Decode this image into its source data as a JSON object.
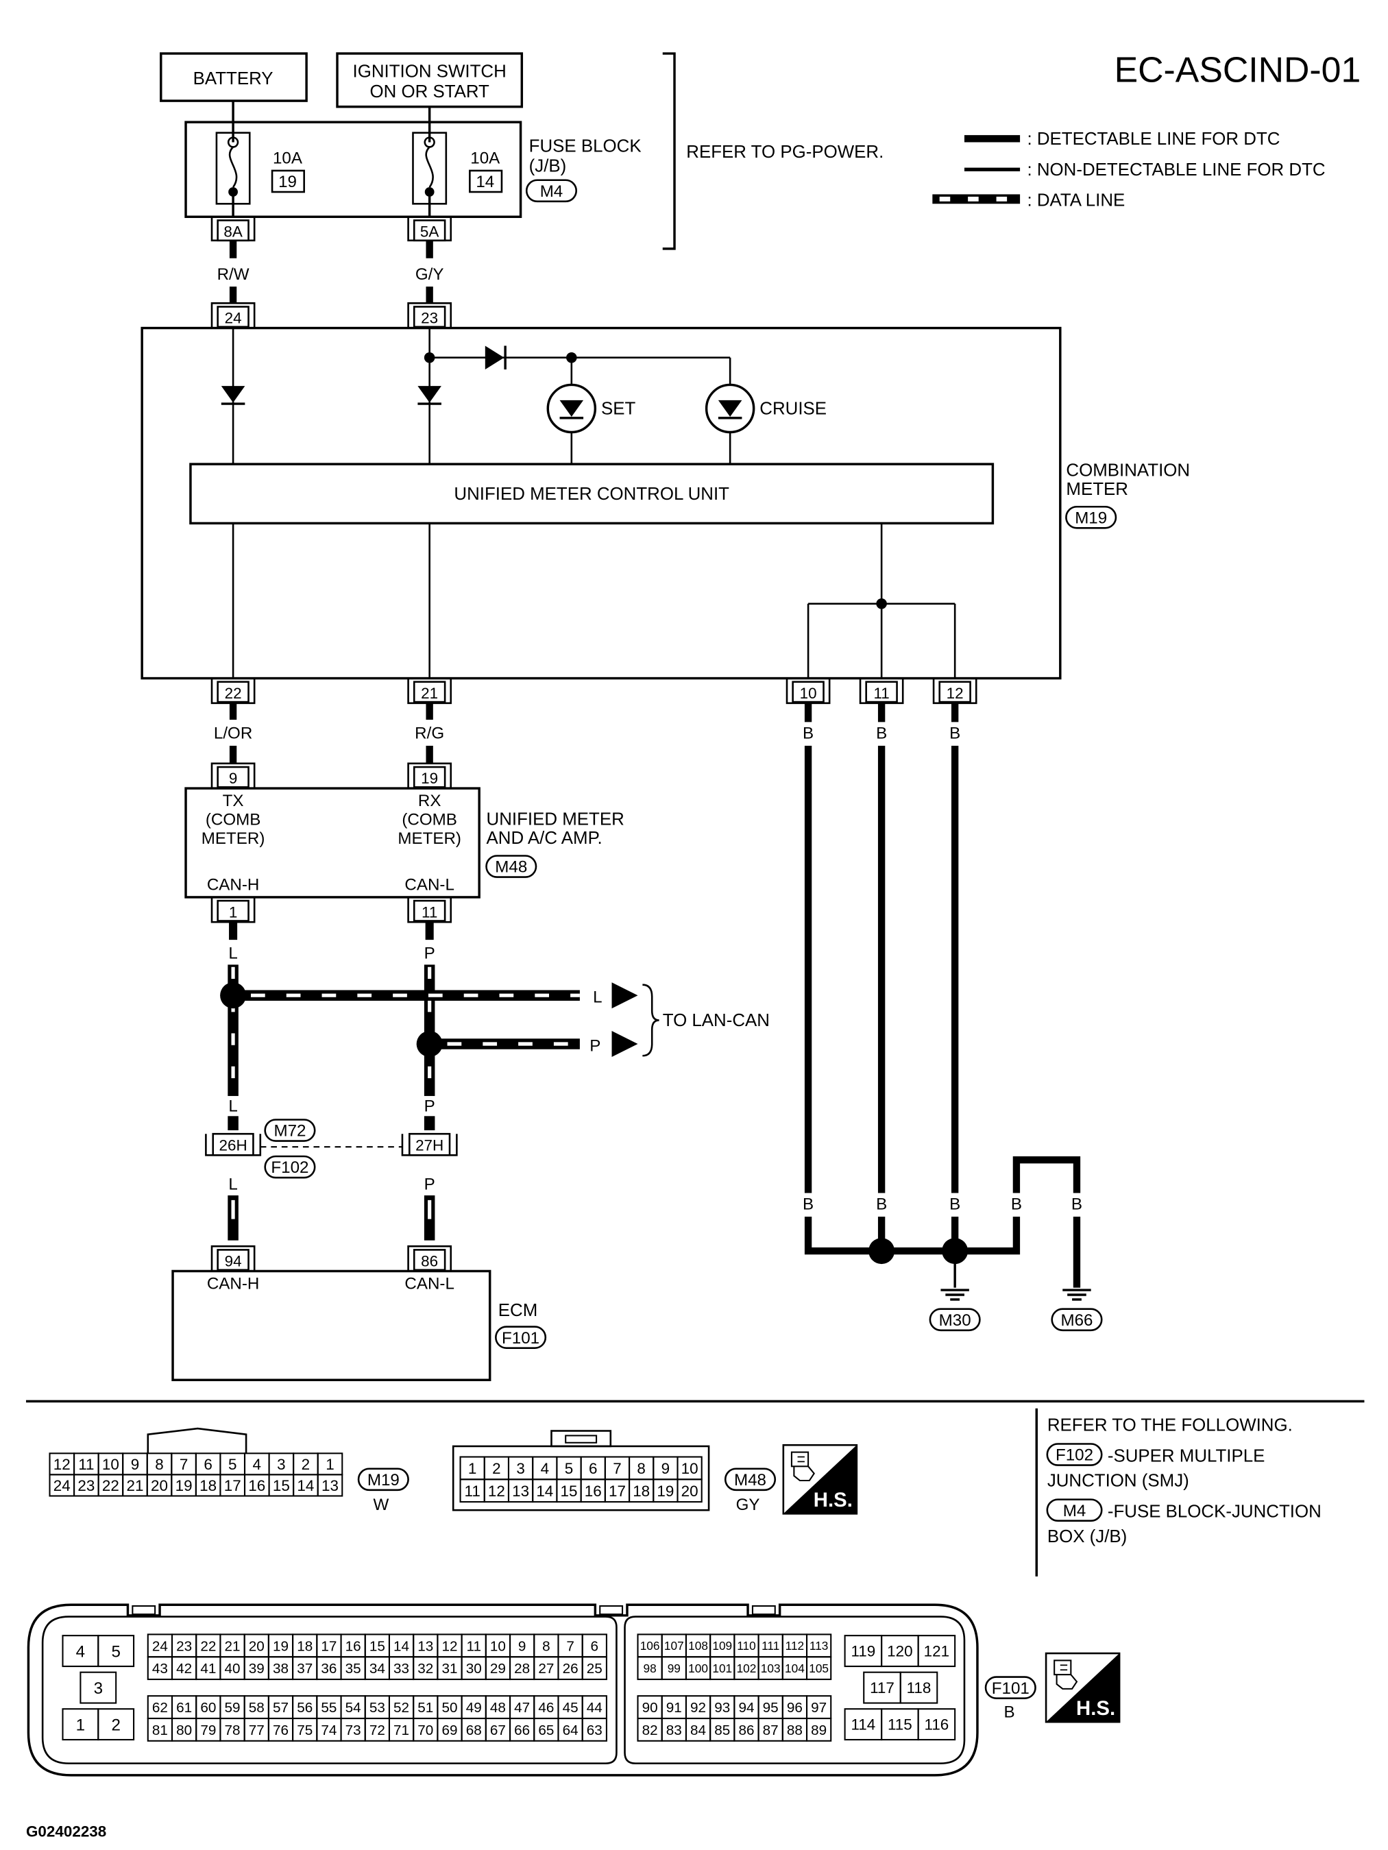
{
  "page": {
    "title": "EC-ASCIND-01",
    "figure_id": "G02402238"
  },
  "legend": {
    "detectable": ": DETECTABLE LINE FOR DTC",
    "non_detectable": ": NON-DETECTABLE LINE FOR DTC",
    "data_line": ": DATA LINE"
  },
  "power": {
    "battery": "BATTERY",
    "ignition_line1": "IGNITION SWITCH",
    "ignition_line2": "ON OR START",
    "refer": "REFER TO PG-POWER."
  },
  "fuse_block": {
    "name_line1": "FUSE BLOCK",
    "name_line2": "(J/B)",
    "connector": "M4",
    "fuse1_amp": "10A",
    "fuse1_num": "19",
    "fuse2_amp": "10A",
    "fuse2_num": "14",
    "term1": "8A",
    "term2": "5A"
  },
  "wires": {
    "w1": "R/W",
    "w2": "G/Y",
    "w3": "L/OR",
    "w4": "R/G",
    "ground": "B",
    "can_h": "L",
    "can_l": "P"
  },
  "combination_meter": {
    "name_line1": "COMBINATION",
    "name_line2": "METER",
    "connector": "M19",
    "control_unit": "UNIFIED METER CONTROL UNIT",
    "lamp_set": "SET",
    "lamp_cruise": "CRUISE",
    "t24": "24",
    "t23": "23",
    "t22": "22",
    "t21": "21",
    "t10": "10",
    "t11": "11",
    "t12": "12"
  },
  "amp": {
    "name_line1": "UNIFIED METER",
    "name_line2": "AND A/C AMP.",
    "connector": "M48",
    "t9": "9",
    "t19": "19",
    "t1": "1",
    "t11": "11",
    "tx": "TX",
    "rx": "RX",
    "comb": "(COMB",
    "meter": "METER)",
    "can_h": "CAN-H",
    "can_l": "CAN-L"
  },
  "lan": {
    "label": "TO LAN-CAN"
  },
  "joint": {
    "m72": "M72",
    "f102": "F102",
    "t26h": "26H",
    "t27h": "27H"
  },
  "ecm": {
    "name": "ECM",
    "connector": "F101",
    "t94": "94",
    "t86": "86",
    "can_h": "CAN-H",
    "can_l": "CAN-L"
  },
  "grounds": {
    "m30": "M30",
    "m66": "M66"
  },
  "reference": {
    "header": "REFER TO THE FOLLOWING.",
    "f102": "F102",
    "f102_line1": "-SUPER MULTIPLE",
    "f102_line2": "JUNCTION (SMJ)",
    "m4": "M4",
    "m4_line1": "-FUSE BLOCK-JUNCTION",
    "m4_line2": "BOX (J/B)"
  },
  "connectors": {
    "m19_id": "M19",
    "m19_color": "W",
    "m48_id": "M48",
    "m48_color": "GY",
    "f101_id": "F101",
    "f101_color": "B",
    "hs": "H.S.",
    "m19_row1": [
      "12",
      "11",
      "10",
      "9",
      "8",
      "7",
      "6",
      "5",
      "4",
      "3",
      "2",
      "1"
    ],
    "m19_row2": [
      "24",
      "23",
      "22",
      "21",
      "20",
      "19",
      "18",
      "17",
      "16",
      "15",
      "14",
      "13"
    ],
    "m48_row1": [
      "1",
      "2",
      "3",
      "4",
      "5",
      "6",
      "7",
      "8",
      "9",
      "10"
    ],
    "m48_row2": [
      "11",
      "12",
      "13",
      "14",
      "15",
      "16",
      "17",
      "18",
      "19",
      "20"
    ],
    "f101_left": [
      "4",
      "5",
      "3",
      "1",
      "2"
    ],
    "f101_a1": [
      "24",
      "23",
      "22",
      "21",
      "20",
      "19",
      "18",
      "17",
      "16",
      "15",
      "14",
      "13",
      "12",
      "11",
      "10",
      "9",
      "8",
      "7",
      "6"
    ],
    "f101_a2": [
      "43",
      "42",
      "41",
      "40",
      "39",
      "38",
      "37",
      "36",
      "35",
      "34",
      "33",
      "32",
      "31",
      "30",
      "29",
      "28",
      "27",
      "26",
      "25"
    ],
    "f101_a3": [
      "62",
      "61",
      "60",
      "59",
      "58",
      "57",
      "56",
      "55",
      "54",
      "53",
      "52",
      "51",
      "50",
      "49",
      "48",
      "47",
      "46",
      "45",
      "44"
    ],
    "f101_a4": [
      "81",
      "80",
      "79",
      "78",
      "77",
      "76",
      "75",
      "74",
      "73",
      "72",
      "71",
      "70",
      "69",
      "68",
      "67",
      "66",
      "65",
      "64",
      "63"
    ],
    "f101_b1": [
      "106",
      "107",
      "108",
      "109",
      "110",
      "111",
      "112",
      "113"
    ],
    "f101_b2": [
      "98",
      "99",
      "100",
      "101",
      "102",
      "103",
      "104",
      "105"
    ],
    "f101_b3": [
      "90",
      "91",
      "92",
      "93",
      "94",
      "95",
      "96",
      "97"
    ],
    "f101_b4": [
      "82",
      "83",
      "84",
      "85",
      "86",
      "87",
      "88",
      "89"
    ],
    "f101_c1": [
      "119",
      "120",
      "121"
    ],
    "f101_c2": [
      "117",
      "118"
    ],
    "f101_c3": [
      "114",
      "115",
      "116"
    ]
  }
}
